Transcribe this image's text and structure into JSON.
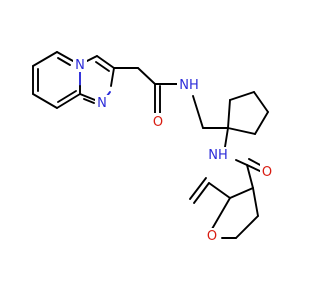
{
  "molecule": {
    "atoms": {
      "n_imidazole_bridge": "N",
      "n_imidazole": "N",
      "n_amide_upper": "NH",
      "o_amide_upper": "O",
      "n_amide_lower": "NH",
      "o_amide_lower": "O",
      "o_ring": "O"
    },
    "colors": {
      "bond": "#000000",
      "nitrogen": "#2b2bd9",
      "oxygen": "#d81b10",
      "background": "#ffffff"
    }
  }
}
